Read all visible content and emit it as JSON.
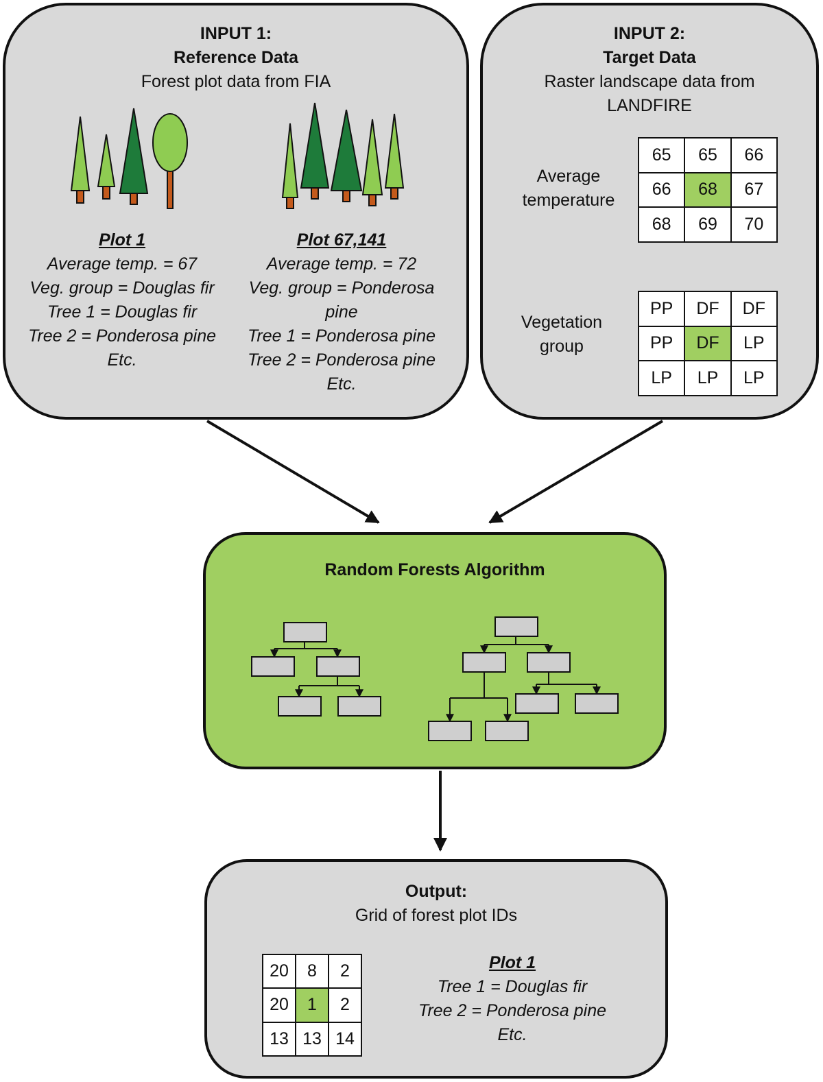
{
  "input1": {
    "heading": "INPUT 1:",
    "subheading": "Reference Data",
    "description": "Forest plot data from FIA",
    "plots": [
      {
        "title": "Plot 1",
        "lines": [
          "Average temp. = 67",
          "Veg. group = Douglas fir",
          "Tree 1 = Douglas fir",
          "Tree 2 = Ponderosa pine",
          "Etc."
        ]
      },
      {
        "title": "Plot 67,141",
        "lines": [
          "Average temp. = 72",
          "Veg. group = Ponderosa",
          "pine",
          "Tree 1 = Ponderosa pine",
          "Tree 2 = Ponderosa pine",
          "Etc."
        ]
      }
    ]
  },
  "input2": {
    "heading": "INPUT 2:",
    "subheading": "Target Data",
    "description_line1": "Raster landscape data from",
    "description_line2": "LANDFIRE",
    "temperature": {
      "label_line1": "Average",
      "label_line2": "temperature",
      "grid": [
        [
          "65",
          "65",
          "66"
        ],
        [
          "66",
          "68",
          "67"
        ],
        [
          "68",
          "69",
          "70"
        ]
      ]
    },
    "vegetation": {
      "label_line1": "Vegetation",
      "label_line2": "group",
      "grid": [
        [
          "PP",
          "DF",
          "DF"
        ],
        [
          "PP",
          "DF",
          "LP"
        ],
        [
          "LP",
          "LP",
          "LP"
        ]
      ]
    }
  },
  "algorithm": {
    "title": "Random Forests Algorithm"
  },
  "output": {
    "heading": "Output:",
    "description": "Grid of forest plot IDs",
    "grid": [
      [
        "20",
        "8",
        "2"
      ],
      [
        "20",
        "1",
        "2"
      ],
      [
        "13",
        "13",
        "14"
      ]
    ],
    "plot": {
      "title": "Plot 1",
      "lines": [
        "Tree 1 = Douglas fir",
        "Tree 2 = Ponderosa pine",
        "Etc."
      ]
    }
  },
  "colors": {
    "box_grey": "#d9d9d9",
    "accent_green": "#a0cf61",
    "tree_light": "#8fcc52",
    "tree_dark": "#1e7b3a",
    "trunk": "#c45a1c"
  }
}
